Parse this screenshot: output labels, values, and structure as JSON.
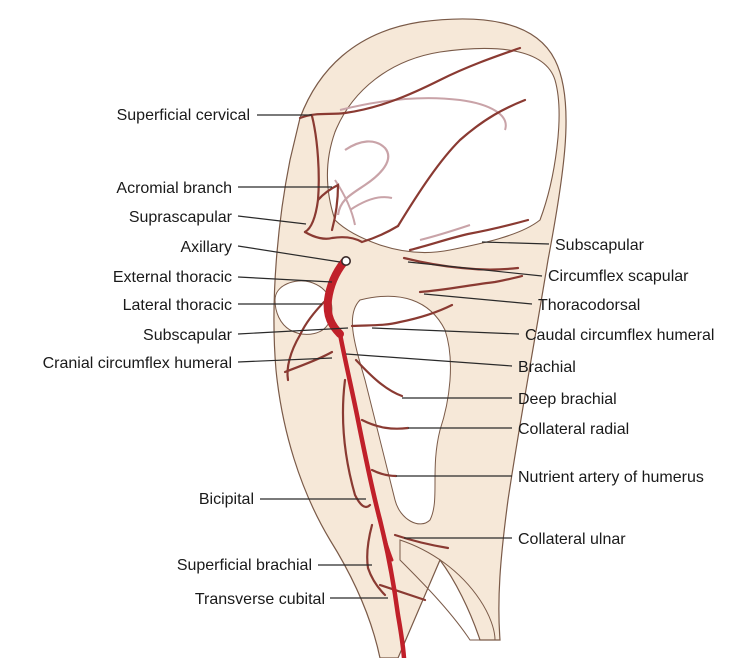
{
  "colors": {
    "background": "#ffffff",
    "limb_fill": "#f6e8d8",
    "limb_outline": "#7a5a48",
    "artery": "#c0202a",
    "branch": "#8a3a32",
    "pale_vessel": "#c9a3a8",
    "leader": "#2a2a2a",
    "label_text": "#1a1a1a"
  },
  "labels_left": [
    {
      "text": "Superficial cervical"
    },
    {
      "text": "Acromial branch"
    },
    {
      "text": "Suprascapular"
    },
    {
      "text": "Axillary"
    },
    {
      "text": "External thoracic"
    },
    {
      "text": "Lateral thoracic"
    },
    {
      "text": "Subscapular"
    },
    {
      "text": "Cranial circumflex humeral"
    },
    {
      "text": "Bicipital"
    },
    {
      "text": "Superficial brachial"
    },
    {
      "text": "Transverse cubital"
    }
  ],
  "labels_right": [
    {
      "text": "Subscapular"
    },
    {
      "text": "Circumflex scapular"
    },
    {
      "text": "Thoracodorsal"
    },
    {
      "text": "Caudal circumflex humeral"
    },
    {
      "text": "Brachial"
    },
    {
      "text": "Deep brachial"
    },
    {
      "text": "Collateral radial"
    },
    {
      "text": "Nutrient artery of humerus"
    },
    {
      "text": "Collateral ulnar"
    }
  ]
}
